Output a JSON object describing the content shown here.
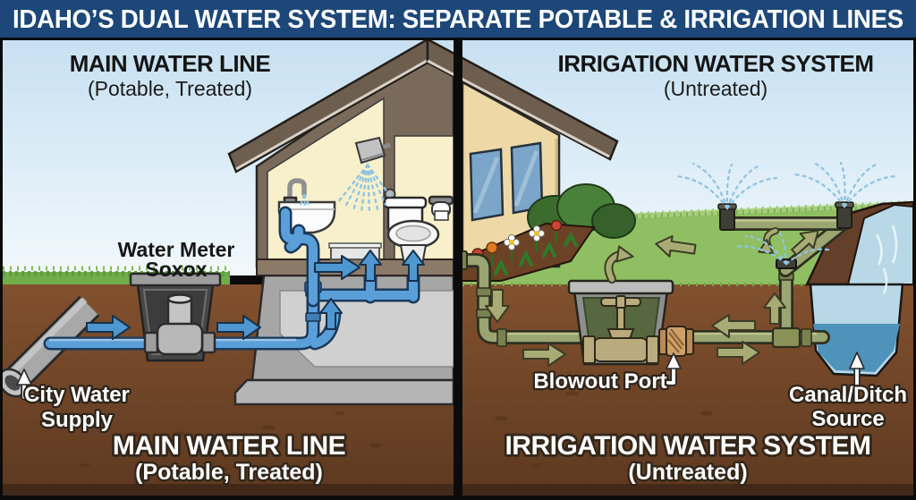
{
  "banner": {
    "title": "IDAHO’S DUAL WATER SYSTEM: SEPARATE POTABLE & IRRIGATION LINES"
  },
  "left_panel": {
    "header": {
      "title": "MAIN WATER LINE",
      "subtitle": "(Potable, Treated)"
    },
    "labels": {
      "water_meter_line1": "Water Meter",
      "water_meter_line2": "Soxox",
      "city_water_line1": "City Water",
      "city_water_line2": "Supply"
    },
    "footer": {
      "title": "MAIN WATER LINE",
      "subtitle": "(Potable, Treated)"
    }
  },
  "right_panel": {
    "header": {
      "title": "IRRIGATION WATER SYSTEM",
      "subtitle": "(Untreated)"
    },
    "labels": {
      "blowout_port": "Blowout Port",
      "canal_line1": "Canal/Ditch",
      "canal_line2": "Source"
    },
    "footer": {
      "title": "IRRIGATION WATER SYSTEM",
      "subtitle": "(Untreated)"
    }
  },
  "colors": {
    "banner_bg": "#1c4778",
    "banner_text": "#ffffff",
    "sky_top": "#c7e0f1",
    "sky_horizon": "#f2f9fd",
    "lawn": "#8fbf62",
    "grass_strip": "#6fae4a",
    "soil_top": "#82512e",
    "soil_bottom": "#5d3920",
    "potable_pipe": "#5a9fd8",
    "irrigation_pipe": "#9aa571",
    "canal_water_light": "#b8d8e8",
    "canal_water_deep": "#4e93ba",
    "house_wall": "#eed9a6",
    "house_interior": "#f7f0ca",
    "roof": "#6e5e50",
    "concrete": "#b5b5b5",
    "spray": "#8fc4e2"
  }
}
